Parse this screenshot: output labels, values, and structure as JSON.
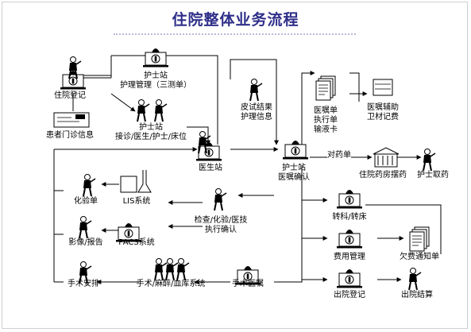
{
  "title": "住院整体业务流程",
  "nodes": {
    "admission_reg": "住院登记",
    "outpatient_info": "患者门诊信息",
    "nurse_station_top": "护士站",
    "nurse_mgmt": "护理管理（三测单）",
    "nurse_station_mid": "护士站",
    "nurse_reception": "接诊/医生/护士/床位",
    "skin_test": "皮试结果",
    "nursing_info": "护理信息",
    "order_sheets": "医嘱单",
    "exec_sheet": "执行单",
    "infusion_card": "输液卡",
    "order_aux": "医嘱辅助",
    "sanitary_fee": "卫材记费",
    "doctor_station": "医生站",
    "nurse_station_confirm": "护士站",
    "order_confirm": "医嘱确认",
    "drug_list": "对药单",
    "pharmacy": "住院药房摆药",
    "nurse_pick": "护士取药",
    "lab_sheet": "化验单",
    "lis": "LIS系统",
    "exam_confirm_1": "检查/化验/医技",
    "exam_confirm_2": "执行确认",
    "imaging": "影像/报告",
    "pacs": "PACS系统",
    "transfer": "转科/转床",
    "fee_mgmt": "费用管理",
    "arrears": "欠费通知单",
    "surgery_schedule": "手术安排",
    "surgery_system": "手术/麻醉/血库系统",
    "surgery_order": "手术医嘱",
    "discharge_reg": "出院登记",
    "discharge_settle": "出院结算"
  }
}
